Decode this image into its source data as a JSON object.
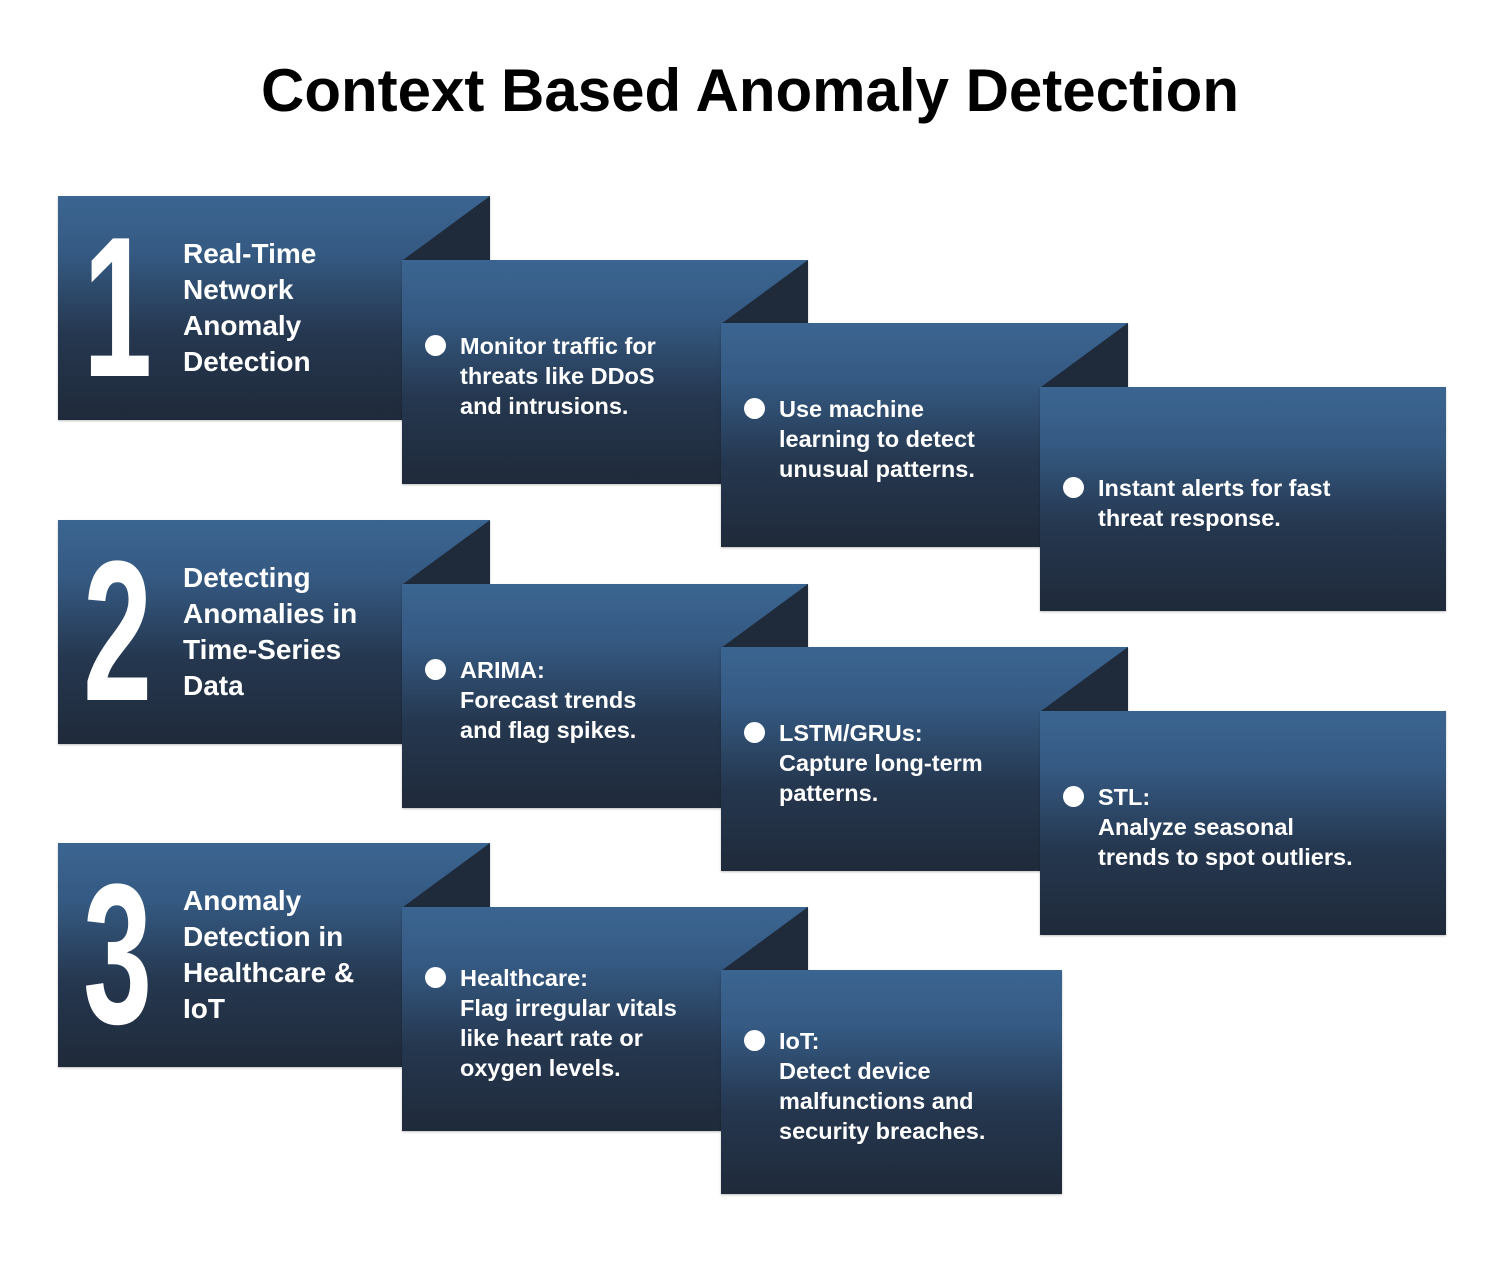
{
  "title": "Context Based Anomaly Detection",
  "colors": {
    "card_top": "#3b6591",
    "card_bottom": "#1f2a3a",
    "fold": "#1f2b3b",
    "text": "#ffffff"
  },
  "sections": [
    {
      "number": "1",
      "heading": [
        "Real-Time",
        "Network",
        "Anomaly",
        "Detection"
      ],
      "points": [
        [
          "Monitor traffic for",
          "threats like DDoS",
          "and intrusions."
        ],
        [
          "Use machine",
          "learning to detect",
          "unusual patterns."
        ],
        [
          "Instant alerts for fast",
          "threat response."
        ]
      ]
    },
    {
      "number": "2",
      "heading": [
        "Detecting",
        "Anomalies in",
        "Time-Series",
        "Data"
      ],
      "points": [
        [
          "ARIMA:",
          "Forecast trends",
          "and flag spikes."
        ],
        [
          "LSTM/GRUs:",
          "Capture long-term",
          "patterns."
        ],
        [
          "STL:",
          "Analyze seasonal",
          "trends to spot outliers."
        ]
      ]
    },
    {
      "number": "3",
      "heading": [
        "Anomaly",
        "Detection in",
        "Healthcare &",
        "IoT"
      ],
      "points": [
        [
          "Healthcare:",
          "Flag irregular vitals",
          "like heart rate or",
          "oxygen levels."
        ],
        [
          "IoT:",
          "Detect device",
          "malfunctions and",
          "security breaches."
        ]
      ]
    }
  ]
}
